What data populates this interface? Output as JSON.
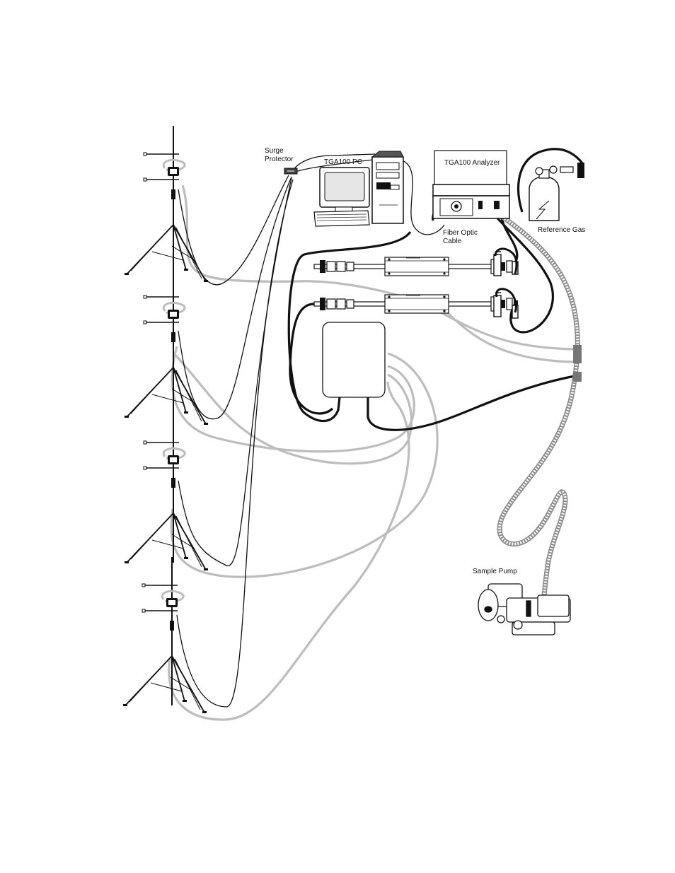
{
  "labels": {
    "surge_protector": [
      "Surge",
      "Protector"
    ],
    "tga_pc": "TGA100 PC",
    "tga_analyzer": "TGA100 Analyzer",
    "reference_gas": "Reference Gas",
    "fiber_optic_cable": [
      "Fiber Optic",
      "Cable"
    ],
    "sample_pump": "Sample Pump"
  },
  "colors": {
    "black_cable": "#111111",
    "gray_tube": "#bdbdbd",
    "hose": "#8a8a8a"
  }
}
